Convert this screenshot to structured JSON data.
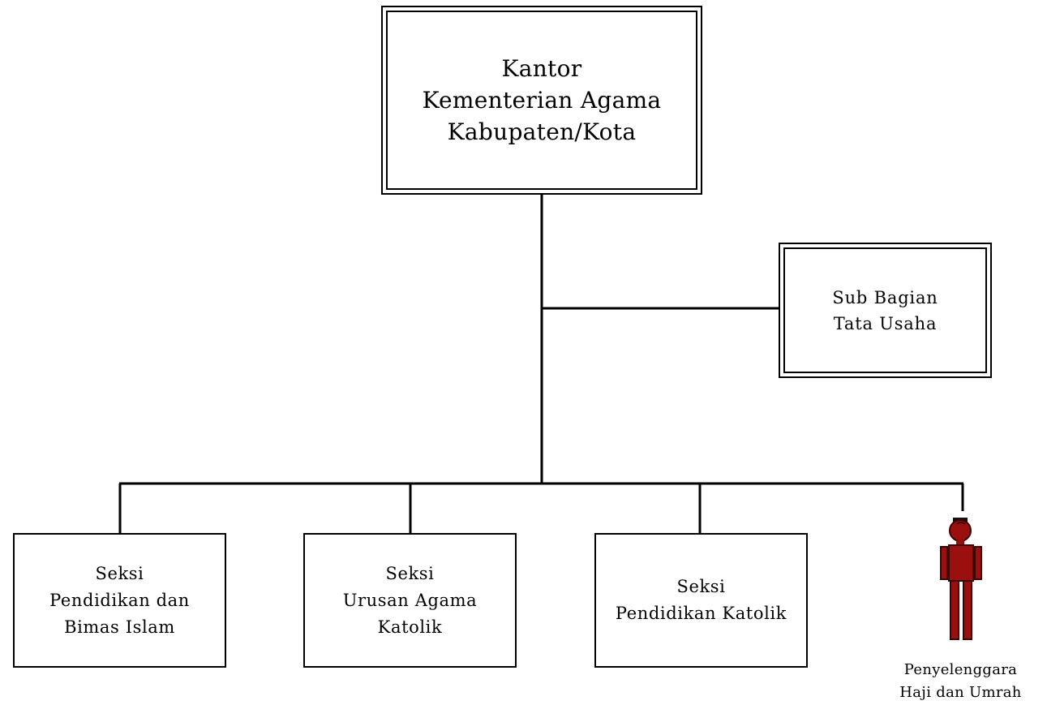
{
  "org_chart": {
    "root": {
      "lines": [
        "Kantor",
        "Kementerian Agama",
        "Kabupaten/Kota"
      ]
    },
    "staff_unit": {
      "lines": [
        "Sub Bagian",
        "Tata Usaha"
      ]
    },
    "sections": [
      {
        "lines": [
          "Seksi",
          "Pendidikan dan",
          "Bimas Islam"
        ]
      },
      {
        "lines": [
          "Seksi",
          "Urusan Agama",
          "Katolik"
        ]
      },
      {
        "lines": [
          "Seksi",
          "Pendidikan Katolik"
        ]
      }
    ],
    "person_unit": {
      "lines": [
        "Penyelenggara",
        "Haji dan Umrah"
      ],
      "icon": "person-icon",
      "color": "#9b0f0f"
    }
  }
}
